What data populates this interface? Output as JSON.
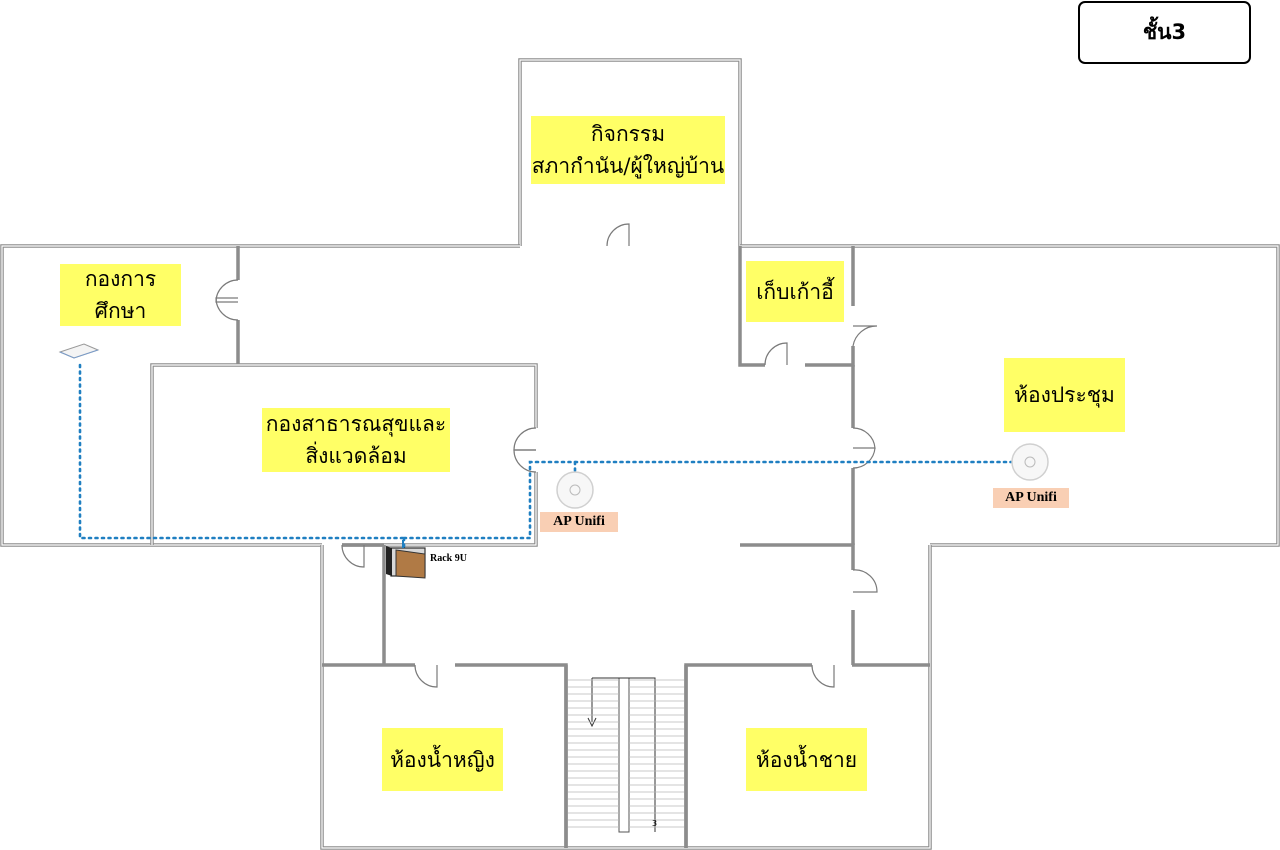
{
  "floor": {
    "label": "ชั้น3"
  },
  "rooms": {
    "activity": {
      "line1": "กิจกรรม",
      "line2": "สภากำนัน/ผู้ใหญ่บ้าน"
    },
    "education": {
      "line1": "กองการศึกษา"
    },
    "chair_storage": {
      "line1": "เก็บเก้าอี้"
    },
    "meeting": {
      "line1": "ห้องประชุม"
    },
    "public_health": {
      "line1": "กองสาธารณสุขและ",
      "line2": "สิ่งแวดล้อม"
    },
    "women_restroom": {
      "line1": "ห้องน้ำหญิง"
    },
    "men_restroom": {
      "line1": "ห้องน้ำชาย"
    }
  },
  "devices": {
    "ap_center": {
      "label": "AP Unifi"
    },
    "ap_meeting": {
      "label": "AP Unifi"
    },
    "rack": {
      "label": "Rack 9U"
    }
  },
  "stairs": {
    "mark": "3"
  },
  "colors": {
    "label_fill": "#ffff66",
    "ap_tag_fill": "#f9cfb4",
    "cable": "#1f7fc1",
    "wall": "#8c8c8c"
  }
}
